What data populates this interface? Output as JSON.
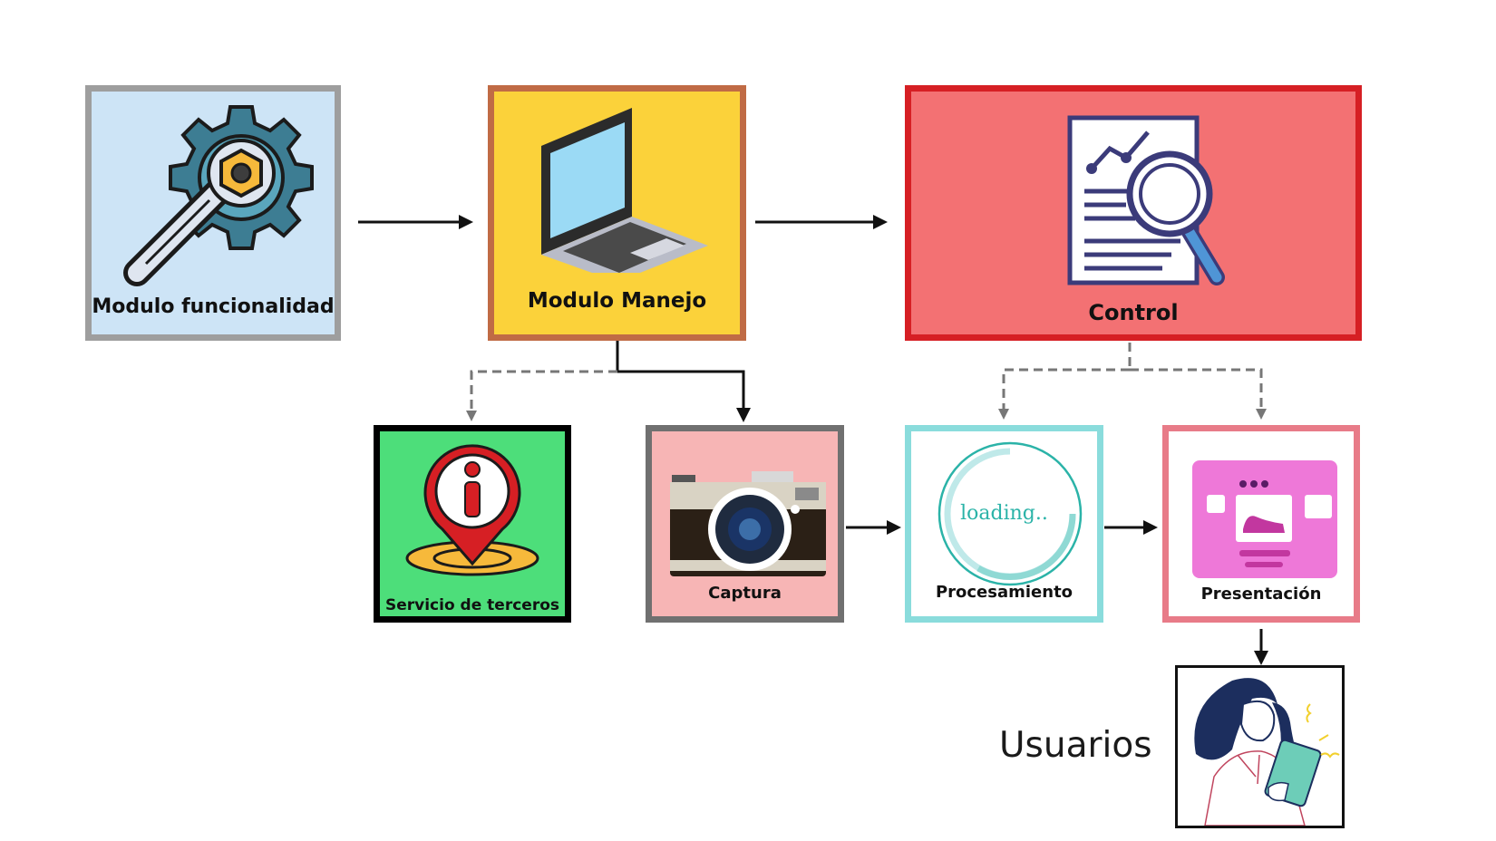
{
  "nodes": {
    "funcionalidad": {
      "label": "Modulo funcionalidad",
      "bg": "#cde4f6",
      "border": "#9e9e9e"
    },
    "manejo": {
      "label": "Modulo Manejo",
      "bg": "#fbd23a",
      "border": "#c06b45"
    },
    "control": {
      "label": "Control",
      "bg": "#f37173",
      "border": "#d61f24"
    },
    "terceros": {
      "label": "Servicio de terceros",
      "bg": "#4dde7a",
      "border": "#000000"
    },
    "captura": {
      "label": "Captura",
      "bg": "#f7b5b5",
      "border": "#707070"
    },
    "procesamiento": {
      "label": "Procesamiento",
      "bg": "#ffffff",
      "border": "#8adcdc",
      "loading_text": "loading.."
    },
    "presentacion": {
      "label": "Presentación",
      "bg": "#ffffff",
      "border": "#e87b88"
    }
  },
  "users": {
    "label": "Usuarios"
  },
  "colors": {
    "arrow": "#111111",
    "dashed": "#777777"
  }
}
